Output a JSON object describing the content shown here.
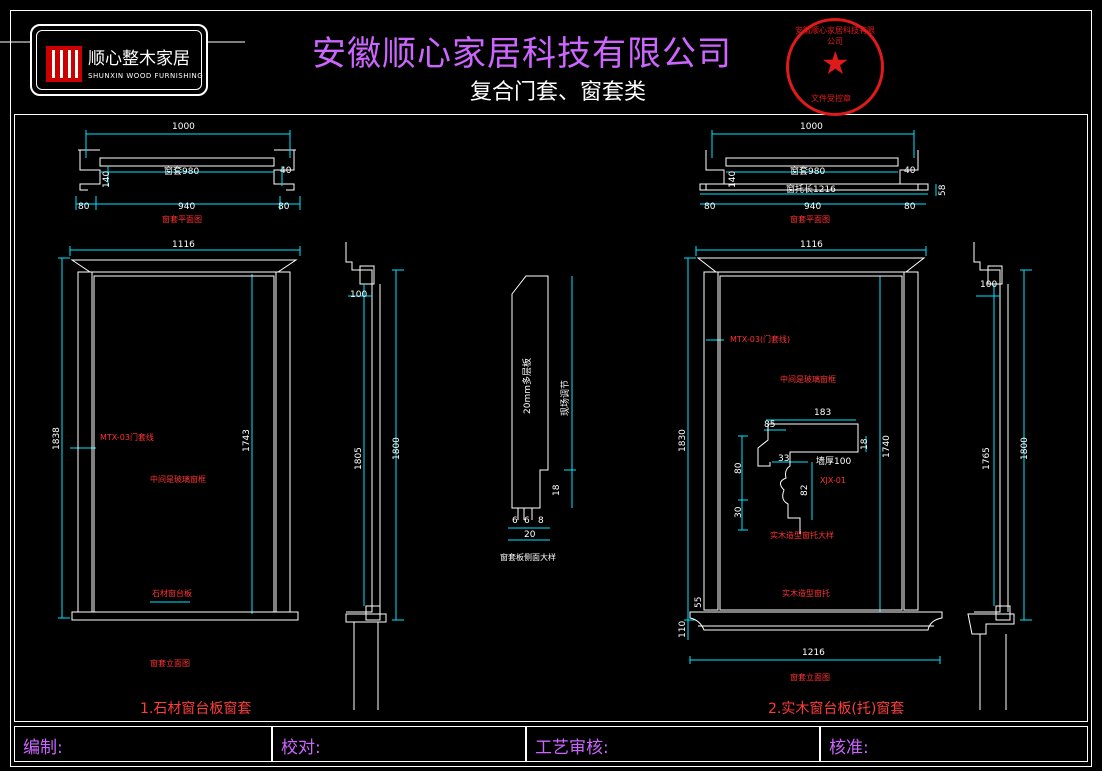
{
  "header": {
    "company": "安徽顺心家居科技有限公司",
    "subtitle": "复合门套、窗套类",
    "logo_cn": "顺心整木家居",
    "logo_en": "SHUNXIN WOOD FURNISHING",
    "seal_text": "安徽顺心家居科技有限公司",
    "seal_bottom": "文件受控章"
  },
  "left_drawing": {
    "plan_width": "1000",
    "plan_inner": "窗套980",
    "plan_940": "940",
    "plan_left": "80",
    "plan_right": "80",
    "plan_depth": "140",
    "plan_note": "40",
    "plan_title": "窗套平面图",
    "elev_width": "1116",
    "elev_height": "1838",
    "elev_inner": "1743",
    "label_line": "MTX-03门套线",
    "label_middle": "中间是玻璃窗框",
    "label_sill": "石材窗台板",
    "elev_title": "窗套立面图",
    "caption": "1.石材窗台板窗套"
  },
  "section": {
    "sec_height": "1805",
    "sec_total": "1800",
    "sec_100": "100",
    "sec_20": "20mm多层板",
    "sec_adj": "现场调节",
    "sec_18": "18",
    "sec_6a": "6",
    "sec_6b": "6",
    "sec_8": "8",
    "sec_20w": "20",
    "sec_title": "窗套板侧面大样"
  },
  "right_drawing": {
    "plan_width": "1000",
    "plan_inner": "窗套980",
    "plan_sill": "窗托长1216",
    "plan_940": "940",
    "plan_left": "80",
    "plan_right": "80",
    "plan_depth": "140",
    "plan_note": "40",
    "plan_side": "58",
    "plan_title": "窗套平面图",
    "elev_width": "1116",
    "elev_height": "1830",
    "elev_inner": "1740",
    "label_line": "MTX-03(门套线)",
    "label_middle": "中间是玻璃窗框",
    "detail_183": "183",
    "detail_85": "85",
    "detail_18": "18",
    "detail_33": "33",
    "detail_100": "墙厚100",
    "detail_80": "80",
    "detail_30": "30",
    "detail_82": "82",
    "detail_code": "XJX-01",
    "detail_title": "实木造型窗托大样",
    "label_sill": "实木造型窗托",
    "sill_110": "110",
    "sill_55": "55",
    "sill_width": "1216",
    "elev_title": "窗套立面图",
    "caption": "2.实木窗台板(托)窗套"
  },
  "right_section": {
    "sec_height": "1765",
    "sec_total": "1800",
    "sec_100": "100"
  },
  "footer": {
    "author": "编制:",
    "checker": "校对:",
    "process": "工艺审核:",
    "approve": "核准:"
  }
}
